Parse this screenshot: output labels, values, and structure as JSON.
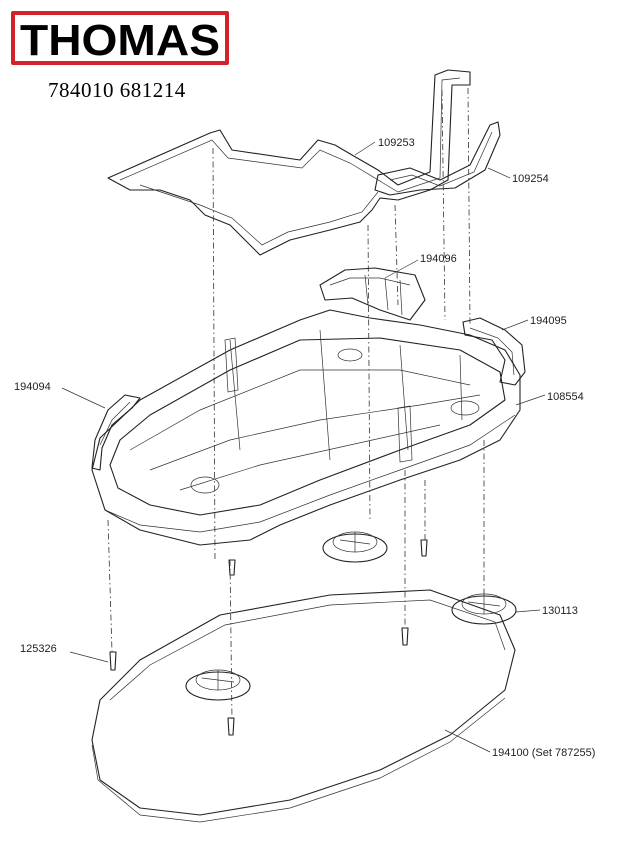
{
  "brand": {
    "logo_text": "THOMAS",
    "color": "#d2232a"
  },
  "doc": {
    "part_number": "784010 681214"
  },
  "labels": {
    "l109253": "109253",
    "l109254": "109254",
    "l194096": "194096",
    "l194095": "194095",
    "l194094": "194094",
    "l108554": "108554",
    "l130113": "130113",
    "l125326": "125326",
    "l194100": "194100 (Set 787255)"
  }
}
